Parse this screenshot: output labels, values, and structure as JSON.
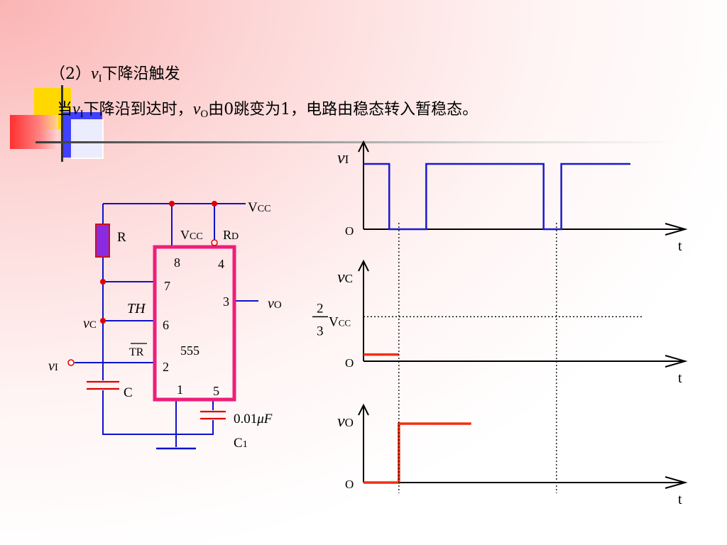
{
  "heading": {
    "prefix": "（2）",
    "var": "v",
    "var_sub": "I",
    "rest": "下降沿触发"
  },
  "sentence": {
    "p1": "当",
    "v1": "v",
    "v1_sub": "I",
    "p2": "下降沿到达时，",
    "v2": "v",
    "v2_sub": "O",
    "p3": "由0跳变为1，电路由稳态转入暂稳态。"
  },
  "circuit": {
    "vcc_top": {
      "main": "V",
      "sub": "CC"
    },
    "resistor_label": "R",
    "ic_vcc": {
      "main": "V",
      "sub": "CC"
    },
    "ic_rd": {
      "main": "R",
      "sub": "D"
    },
    "pin_8": "8",
    "pin_4": "4",
    "pin_7": "7",
    "pin_3": "3",
    "pin_6": "6",
    "pin_2": "2",
    "pin_1": "1",
    "pin_5": "5",
    "th_label": "TH",
    "tr_label": "TR",
    "ic_name": "555",
    "vc_node": {
      "main": "v",
      "sub": "C"
    },
    "vi_input": {
      "main": "v",
      "sub": "I"
    },
    "vo_output": {
      "main": "v",
      "sub": "O"
    },
    "cap_label": "C",
    "c1_value_num": "0.01",
    "c1_value_unit": "μF",
    "c1_name": {
      "main": "C",
      "sub": "1"
    }
  },
  "colors": {
    "wire": "#1010cc",
    "ic_border": "#ee1d7a",
    "resistor": "#8a2be2",
    "capacitor": "#e00000",
    "node_dot": "#e00000",
    "waveform_input": "#1a1acc",
    "waveform_output": "#f03010",
    "axis": "#000000"
  },
  "chart_data": {
    "type": "line",
    "x_unit": "normalized time (0–1)",
    "panels": [
      {
        "ylabel": {
          "main": "v",
          "sub": "I"
        },
        "xlabel": "t",
        "origin_label": "O",
        "series": [
          {
            "color": "#1a1acc",
            "x": [
              0,
              0.08,
              0.08,
              0.195,
              0.195,
              0.56,
              0.56,
              0.615,
              0.615,
              0.83
            ],
            "y": [
              1,
              1,
              0,
              0,
              1,
              1,
              0,
              0,
              1,
              1
            ]
          }
        ]
      },
      {
        "ylabel": {
          "main": "v",
          "sub": "C"
        },
        "xlabel": "t",
        "origin_label": "O",
        "threshold_label": {
          "num": "2",
          "den": "3",
          "main": "V",
          "sub": "CC"
        },
        "threshold_y": 0.6667,
        "series": [
          {
            "color": "#f03010",
            "x": [
              0,
              0.11
            ],
            "y": [
              0.1,
              0.1
            ]
          }
        ]
      },
      {
        "ylabel": {
          "main": "v",
          "sub": "O"
        },
        "xlabel": "t",
        "origin_label": "O",
        "series": [
          {
            "color": "#f03010",
            "x": [
              0,
              0.11,
              0.11,
              0.335
            ],
            "y": [
              0,
              0,
              1,
              1
            ]
          }
        ]
      }
    ],
    "marker_times": [
      0.11,
      0.6
    ]
  }
}
